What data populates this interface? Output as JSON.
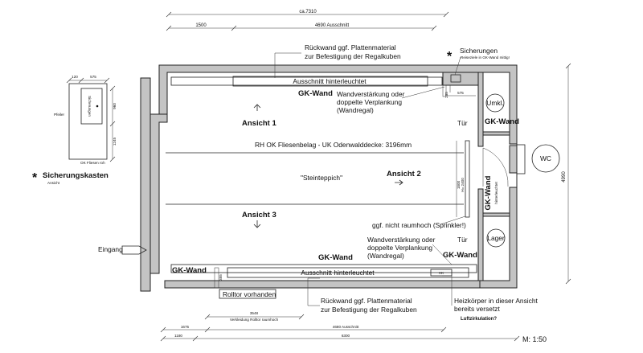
{
  "labels": {
    "rueckwand_top_1": "Rückwand ggf. Plattenmaterial",
    "rueckwand_top_2": "zur Befestigung der Regalkuben",
    "rueckwand_bottom_1": "Rückwand ggf. Plattenmaterial",
    "rueckwand_bottom_2": "zur Befestigung der Regalkuben",
    "sicherungen": "Sicherungen",
    "sicherungen_sub": "Reiseziele in GK-Wand mittig!",
    "ausschnitt_top": "Ausschnitt hinterleuchtet",
    "ausschnitt_bottom": "Ausschnitt hinterleuchtet",
    "gk_wand_top": "GK-Wand",
    "gk_wand_right_top": "GK-Wand",
    "gk_wand_vertical": "GK-Wand",
    "gk_wand_vertical_sub": "hinterleuchtet",
    "gk_wand_bottom_mid": "GK-Wand",
    "gk_wand_bottom_left": "GK-Wand",
    "gk_wand_bottom_right": "GK-Wand",
    "wandverstaerkung_top_1": "Wandverstärkung oder",
    "wandverstaerkung_top_2": "doppelte Verplankung",
    "wandverstaerkung_top_3": "(Wandregal)",
    "wandverstaerkung_bottom_1": "Wandverstärkung oder",
    "wandverstaerkung_bottom_2": "doppelte Verplankung",
    "wandverstaerkung_bottom_3": "(Wandregal)",
    "ansicht_1": "Ansicht 1",
    "ansicht_2": "Ansicht 2",
    "ansicht_3": "Ansicht 3",
    "rh_note": "RH OK Fliesenbelag - UK Odenwalddecke: 3196mm",
    "steinteppich": "\"Steinteppich\"",
    "tuer_top": "Tür",
    "tuer_bottom": "Tür",
    "umkl": "Umkl.",
    "wc": "WC",
    "lager": "Lager",
    "sprinkler": "ggf. nicht raumhoch (Sprinkler!)",
    "eingang": "Eingang",
    "rolltor": "Rolltor vorhanden",
    "verkleidung": "Verkleidung Rolltor raumhoch",
    "heizkoerper_1": "Heizkörper in dieser Ansicht",
    "heizkoerper_2": "bereits versetzt",
    "luftzirkulation": "Luftzirkulation?",
    "hk": "HK",
    "scale": "M: 1:50",
    "pfeiler": "Pfeiler",
    "sicherungen_vertical": "Sicherungen",
    "ok_fliesen": "OK Fliesen roh",
    "sicherungskasten": "Sicherungskasten",
    "sicherungskasten_sub": "Ansicht"
  },
  "dimensions": {
    "ca_7310": "ca.7310",
    "d_1500": "1500",
    "d_4690": "4690 Ausschnitt",
    "d_4990": "4990",
    "d_1800": "1800",
    "d_2400": "H= 2400",
    "d_285": "285",
    "d_575_right": "575",
    "d_355": "355",
    "d_3548": "3548",
    "d_1675": "1675",
    "d_4680": "4680 Ausschnitt",
    "d_1180": "1180",
    "d_6300": "6300",
    "d_120": "120",
    "d_575_left": "575",
    "d_960": "960",
    "d_1245": "1245"
  }
}
